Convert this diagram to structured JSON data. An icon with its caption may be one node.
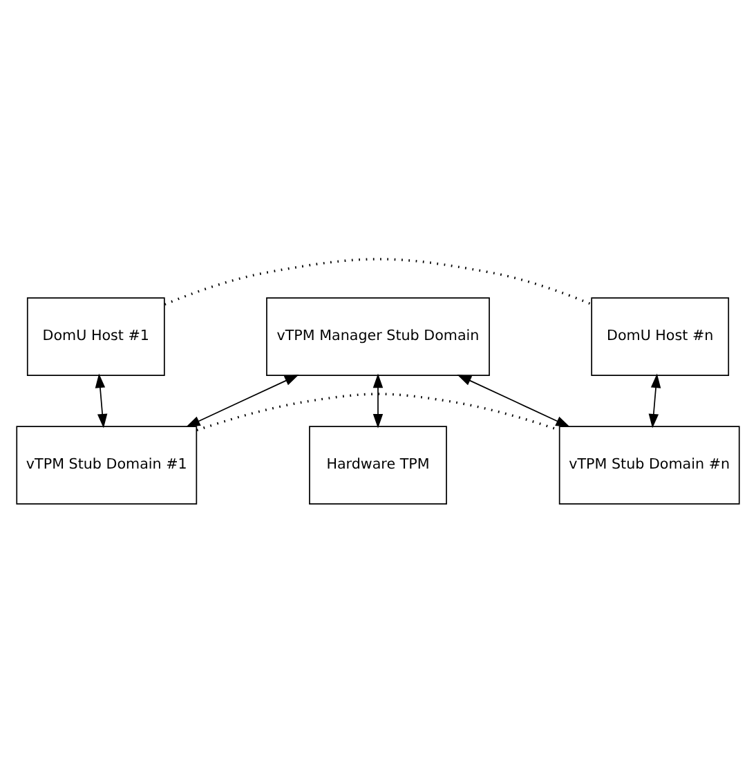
{
  "diagram": {
    "nodes": [
      {
        "text": [
          "DomU Host #1"
        ]
      },
      {
        "text": [
          "DomU Host #n"
        ]
      },
      {
        "text": [
          "vTPM Stub Domain #1"
        ]
      },
      {
        "text": [
          "vTPM Stub Domain #n"
        ]
      },
      {
        "text": [
          "vTPM Manager Stub Domain"
        ]
      },
      {
        "text": [
          "Hardware TPM"
        ]
      }
    ],
    "edges": [
      {
        "from": 0,
        "to": 1,
        "arrow": "none",
        "style": "dashed"
      },
      {
        "from": 0,
        "to": 2,
        "arrow": "both"
      },
      {
        "from": 1,
        "to": 3,
        "arrow": "both"
      },
      {
        "from": 2,
        "to": 3,
        "arrow": "none",
        "style": "dashed"
      },
      {
        "from": 4,
        "to": 2,
        "arrow": "both"
      },
      {
        "from": 4,
        "to": 3,
        "arrow": "both"
      },
      {
        "from": 4,
        "to": 5,
        "arrow": "both"
      }
    ]
  }
}
